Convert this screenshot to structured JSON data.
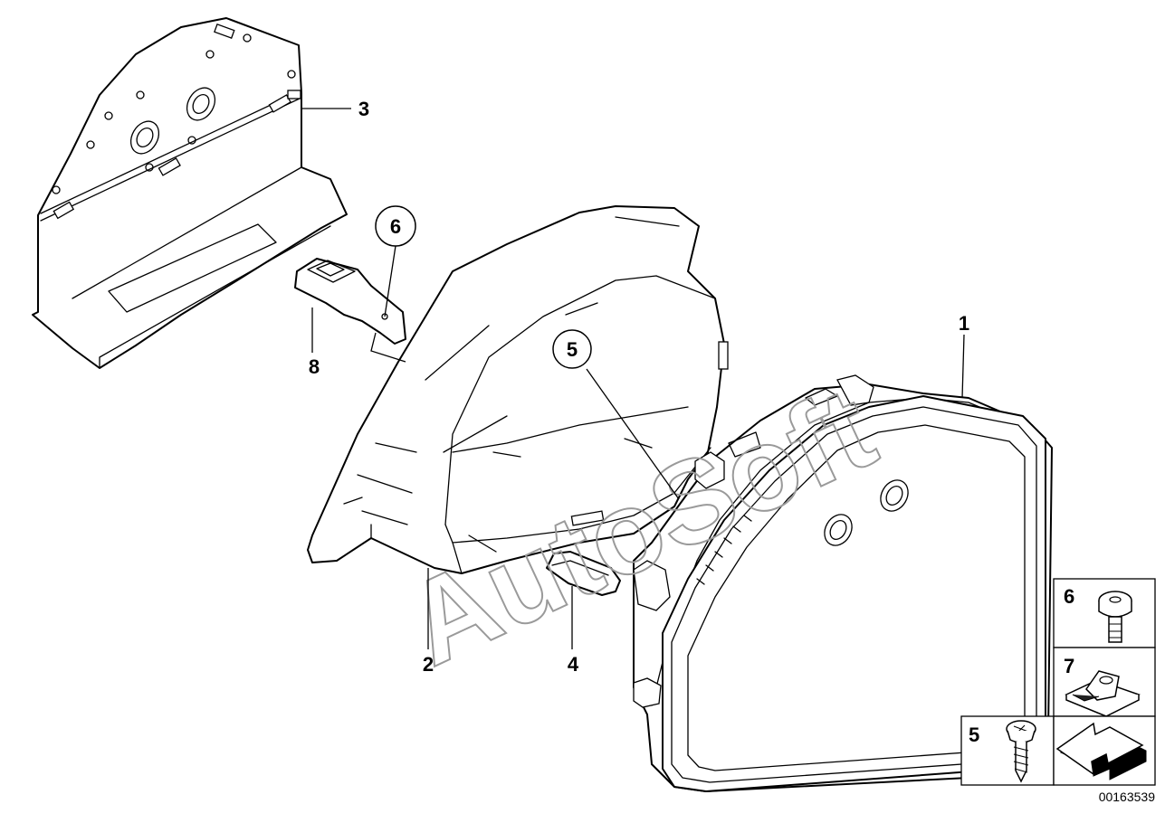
{
  "diagram": {
    "callouts": [
      {
        "id": "c1",
        "label": "1"
      },
      {
        "id": "c2",
        "label": "2"
      },
      {
        "id": "c3",
        "label": "3"
      },
      {
        "id": "c4",
        "label": "4"
      },
      {
        "id": "c5",
        "label": "5",
        "circled": true
      },
      {
        "id": "c6",
        "label": "6",
        "circled": true
      },
      {
        "id": "c8",
        "label": "8"
      }
    ],
    "legend": [
      {
        "id": "l6",
        "label": "6",
        "icon": "torx-screw-icon"
      },
      {
        "id": "l7",
        "label": "7",
        "icon": "clip-nut-icon"
      },
      {
        "id": "l5",
        "label": "5",
        "icon": "tapping-screw-icon"
      },
      {
        "id": "ln",
        "label": "",
        "icon": "direction-arrow-icon"
      }
    ],
    "diagram_id": "00163539",
    "watermark": "AutoSoft"
  }
}
